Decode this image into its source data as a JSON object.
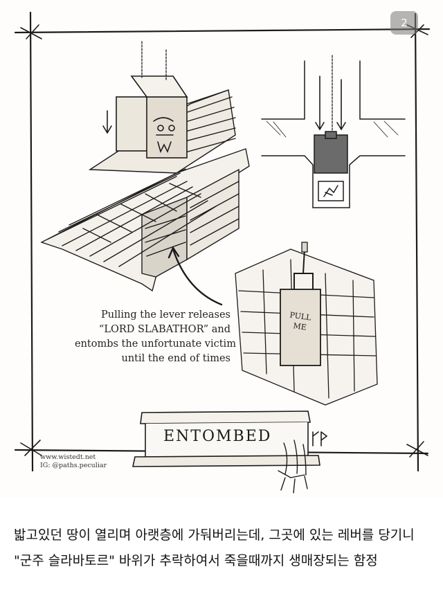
{
  "image": {
    "page_badge": "2",
    "caption_lines": [
      "Pulling the lever releases",
      "“LORD SLABATHOR” and",
      "entombs the unfortunate victim",
      "until the end of times"
    ],
    "plaque_text": "ENTOMBED",
    "lever_label": "PULL ME",
    "credit_lines": [
      "www.wistedt.net",
      "IG: @paths.peculiar"
    ]
  },
  "post_text": "밟고있던 땅이 열리며 아랫층에 가둬버리는데, 그곳에 있는 레버를 당기니 \"군주 슬라바토르\" 바위가 추락하여서 죽을때까지 생매장되는 함정",
  "colors": {
    "ink": "#1b1b1b",
    "paper": "#fefdfb",
    "badge": "#7a7a7a"
  }
}
